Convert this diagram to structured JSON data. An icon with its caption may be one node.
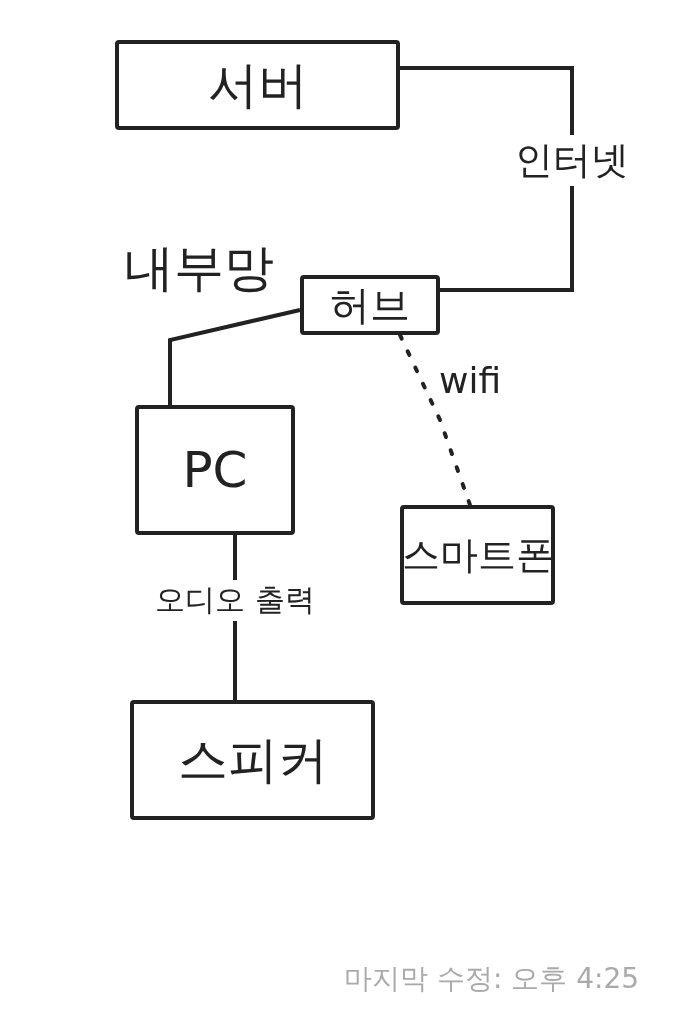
{
  "diagram": {
    "nodes": [
      {
        "text": [
          "서버"
        ]
      },
      {
        "text": [
          "허브"
        ]
      },
      {
        "text": [
          "PC"
        ]
      },
      {
        "text": [
          "스마트폰"
        ]
      },
      {
        "text": [
          "스피커"
        ]
      }
    ],
    "edges": [
      {
        "from": 0,
        "to": 1,
        "arrow": "none",
        "label": "인터넷"
      },
      {
        "from": 1,
        "to": 2,
        "arrow": "none"
      },
      {
        "from": 2,
        "to": 4,
        "arrow": "none",
        "label": "오디오 출력"
      },
      {
        "from": 1,
        "to": 3,
        "arrow": "none",
        "style": "dashed",
        "label": "wifi"
      }
    ],
    "labels": [
      "내부망",
      "마지막 수정: 오후 4:25"
    ]
  }
}
